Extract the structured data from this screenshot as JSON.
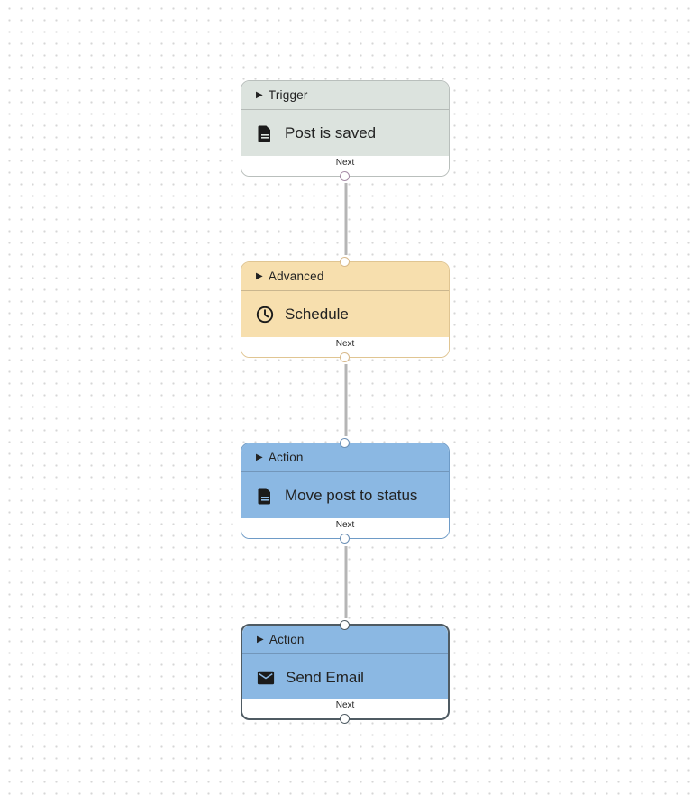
{
  "canvas": {
    "edge_color": "#b5b5b5"
  },
  "nodes": [
    {
      "category": "Trigger",
      "title": "Post is saved",
      "icon": "document-icon",
      "footer": "Next",
      "color": "#dce3de"
    },
    {
      "category": "Advanced",
      "title": "Schedule",
      "icon": "clock-icon",
      "footer": "Next",
      "color": "#f7dfae"
    },
    {
      "category": "Action",
      "title": "Move post to status",
      "icon": "document-icon",
      "footer": "Next",
      "color": "#8bb8e3"
    },
    {
      "category": "Action",
      "title": "Send Email",
      "icon": "envelope-icon",
      "footer": "Next",
      "color": "#8bb8e3",
      "selected": true
    }
  ]
}
